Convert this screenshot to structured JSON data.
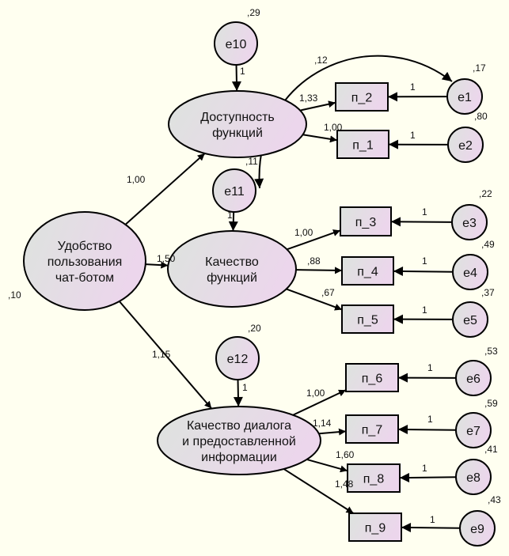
{
  "colors": {
    "background": "#fffff0",
    "fill_start": "#dde3de",
    "fill_end": "#ecd6ec",
    "stroke": "#000000"
  },
  "latent": [
    {
      "id": "F0",
      "lines": [
        "Удобство",
        "пользования",
        "чат-ботом"
      ],
      "variance": ",10"
    },
    {
      "id": "F1",
      "lines": [
        "Доступность",
        "функций"
      ]
    },
    {
      "id": "F2",
      "lines": [
        "Качество",
        "функций"
      ]
    },
    {
      "id": "F3",
      "lines": [
        "Качество диалога",
        "и предоставленной",
        "информации"
      ]
    }
  ],
  "observed": [
    {
      "id": "p2",
      "label": "п_2"
    },
    {
      "id": "p1",
      "label": "п_1"
    },
    {
      "id": "p3",
      "label": "п_3"
    },
    {
      "id": "p4",
      "label": "п_4"
    },
    {
      "id": "p5",
      "label": "п_5"
    },
    {
      "id": "p6",
      "label": "п_6"
    },
    {
      "id": "p7",
      "label": "п_7"
    },
    {
      "id": "p8",
      "label": "п_8"
    },
    {
      "id": "p9",
      "label": "п_9"
    }
  ],
  "errors": [
    {
      "id": "e10",
      "label": "e10",
      "variance": ",29"
    },
    {
      "id": "e11",
      "label": "e11",
      "variance": ",11"
    },
    {
      "id": "e12",
      "label": "e12",
      "variance": ",20"
    },
    {
      "id": "e1",
      "label": "e1",
      "variance": ",17"
    },
    {
      "id": "e2",
      "label": "e2",
      "variance": ",80"
    },
    {
      "id": "e3",
      "label": "e3",
      "variance": ",22"
    },
    {
      "id": "e4",
      "label": "e4",
      "variance": ",49"
    },
    {
      "id": "e5",
      "label": "e5",
      "variance": ",37"
    },
    {
      "id": "e6",
      "label": "e6",
      "variance": ",53"
    },
    {
      "id": "e7",
      "label": "e7",
      "variance": ",59"
    },
    {
      "id": "e8",
      "label": "e8",
      "variance": ",41"
    },
    {
      "id": "e9",
      "label": "e9",
      "variance": ",43"
    }
  ],
  "paths": [
    {
      "from": "F0",
      "to": "F1",
      "coef": "1,00"
    },
    {
      "from": "F0",
      "to": "F2",
      "coef": "1,50"
    },
    {
      "from": "F0",
      "to": "F3",
      "coef": "1,15"
    },
    {
      "from": "F1",
      "to": "p2",
      "coef": "1,33"
    },
    {
      "from": "F1",
      "to": "p1",
      "coef": "1,00"
    },
    {
      "from": "F2",
      "to": "p3",
      "coef": "1,00"
    },
    {
      "from": "F2",
      "to": "p4",
      "coef": ",88"
    },
    {
      "from": "F2",
      "to": "p5",
      "coef": ",67"
    },
    {
      "from": "F3",
      "to": "p6",
      "coef": "1,00"
    },
    {
      "from": "F3",
      "to": "p7",
      "coef": "1,14"
    },
    {
      "from": "F3",
      "to": "p8",
      "coef": "1,60"
    },
    {
      "from": "F3",
      "to": "p9",
      "coef": "1,48"
    },
    {
      "from": "e10",
      "to": "F1",
      "coef": "1"
    },
    {
      "from": "e11",
      "to": "F2",
      "coef": "1"
    },
    {
      "from": "e12",
      "to": "F3",
      "coef": "1"
    },
    {
      "from": "e1",
      "to": "p2",
      "coef": "1"
    },
    {
      "from": "e2",
      "to": "p1",
      "coef": "1"
    },
    {
      "from": "e3",
      "to": "p3",
      "coef": "1"
    },
    {
      "from": "e4",
      "to": "p4",
      "coef": "1"
    },
    {
      "from": "e5",
      "to": "p5",
      "coef": "1"
    },
    {
      "from": "e6",
      "to": "p6",
      "coef": "1"
    },
    {
      "from": "e7",
      "to": "p7",
      "coef": "1"
    },
    {
      "from": "e8",
      "to": "p8",
      "coef": "1"
    },
    {
      "from": "e9",
      "to": "p9",
      "coef": "1"
    }
  ],
  "covariances": [
    {
      "a": "e11",
      "b": "e1",
      "value": ",12"
    }
  ]
}
